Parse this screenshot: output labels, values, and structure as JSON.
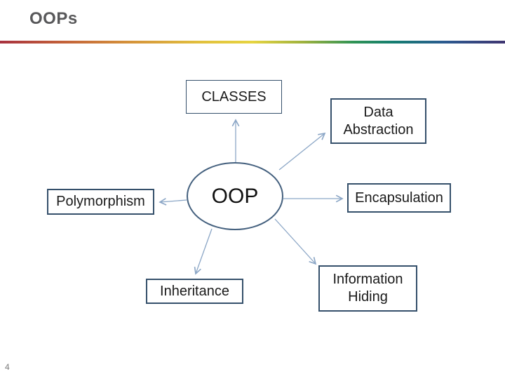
{
  "slide": {
    "title": "OOPs",
    "page_number": "4"
  },
  "diagram": {
    "center": {
      "label": "OOP"
    },
    "nodes": [
      {
        "id": "classes",
        "label": "CLASSES"
      },
      {
        "id": "data-abstraction",
        "label": "Data Abstraction"
      },
      {
        "id": "encapsulation",
        "label": "Encapsulation"
      },
      {
        "id": "information-hiding",
        "label": "Information Hiding"
      },
      {
        "id": "inheritance",
        "label": "Inheritance"
      },
      {
        "id": "polymorphism",
        "label": "Polymorphism"
      }
    ],
    "colors": {
      "connector": "#8ba6c6",
      "ellipse_border": "#44607e",
      "box_border": "#35506b",
      "title_text": "#58585a",
      "label_text": "#1a1a1a",
      "page_number_text": "#7a7a7a",
      "accent_gradient": [
        "#a8323f",
        "#d4903a",
        "#e6d440",
        "#2f9355",
        "#157d71",
        "#3f3571"
      ]
    }
  }
}
